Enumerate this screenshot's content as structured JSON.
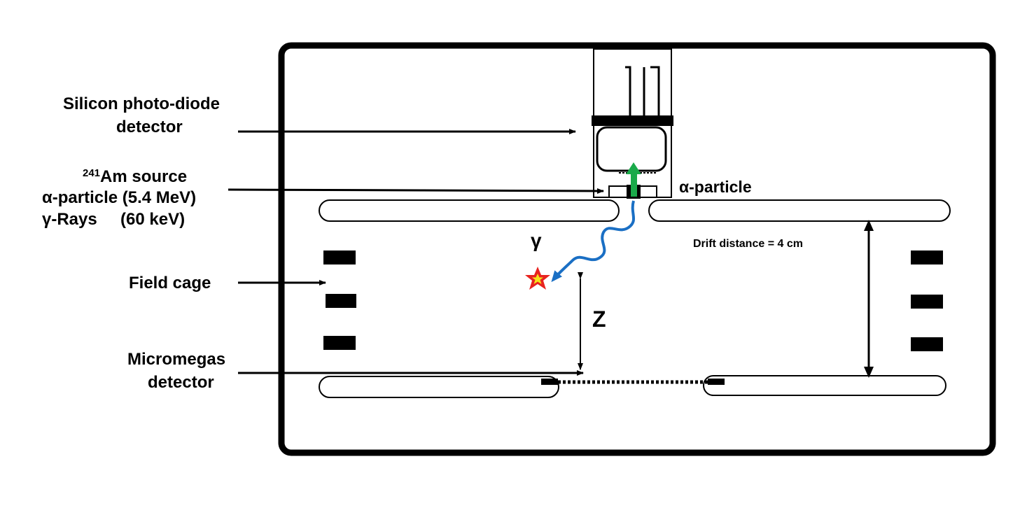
{
  "labels": {
    "silicon_line1": "Silicon photo-diode",
    "silicon_line2": "detector",
    "am_superscript": "241",
    "am_source": "Am source",
    "alpha_energy": "α-particle (5.4 MeV)",
    "gamma_energy": "γ-Rays     (60 keV)",
    "field_cage": "Field cage",
    "micromegas_line1": "Micromegas",
    "micromegas_line2": "detector",
    "alpha_particle": "α-particle",
    "gamma_symbol": "γ",
    "z_label": "Z",
    "drift_distance": "Drift distance = 4 cm"
  },
  "colors": {
    "chamber_outline": "#000000",
    "alpha_arrow": "#1aaa4a",
    "gamma_path": "#1a6fc4",
    "interaction_star_outer": "#e8231f",
    "interaction_star_inner": "#f5e21a"
  }
}
